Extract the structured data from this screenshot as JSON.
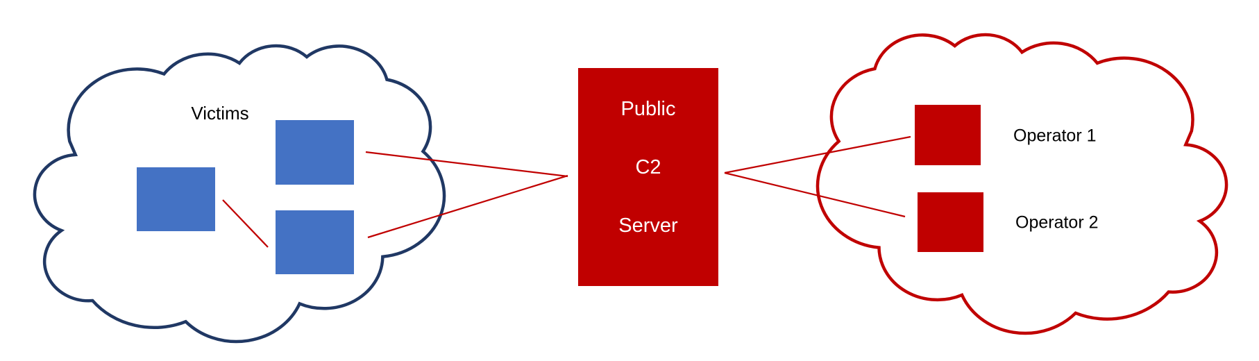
{
  "diagram": {
    "kind": "c2-network-topology",
    "description": "Victims cloud connected through a Public C2 Server to an Operators cloud"
  },
  "victims_cloud": {
    "label": "Victims",
    "node_count": 3
  },
  "c2_server": {
    "label_lines": [
      "Public",
      "C2",
      "Server"
    ]
  },
  "operators_cloud": {
    "operator1_label": "Operator 1",
    "operator2_label": "Operator 2",
    "node_count": 2
  },
  "connections": [
    {
      "from": "victim-node-2",
      "to": "c2-server"
    },
    {
      "from": "victim-node-3",
      "to": "c2-server"
    },
    {
      "from": "victim-node-1",
      "to": "victim-node-3"
    },
    {
      "from": "c2-server",
      "to": "operator-node-1"
    },
    {
      "from": "c2-server",
      "to": "operator-node-2"
    }
  ],
  "colors": {
    "victims_cloud_stroke": "#203864",
    "victim_node_fill": "#4472C4",
    "operators_cloud_stroke": "#C00000",
    "operator_node_fill": "#C00000",
    "c2_box_fill": "#C00000",
    "c2_text": "#FFFFFF",
    "connector_stroke": "#C00000",
    "label_text": "#000000",
    "background": "#FFFFFF"
  }
}
